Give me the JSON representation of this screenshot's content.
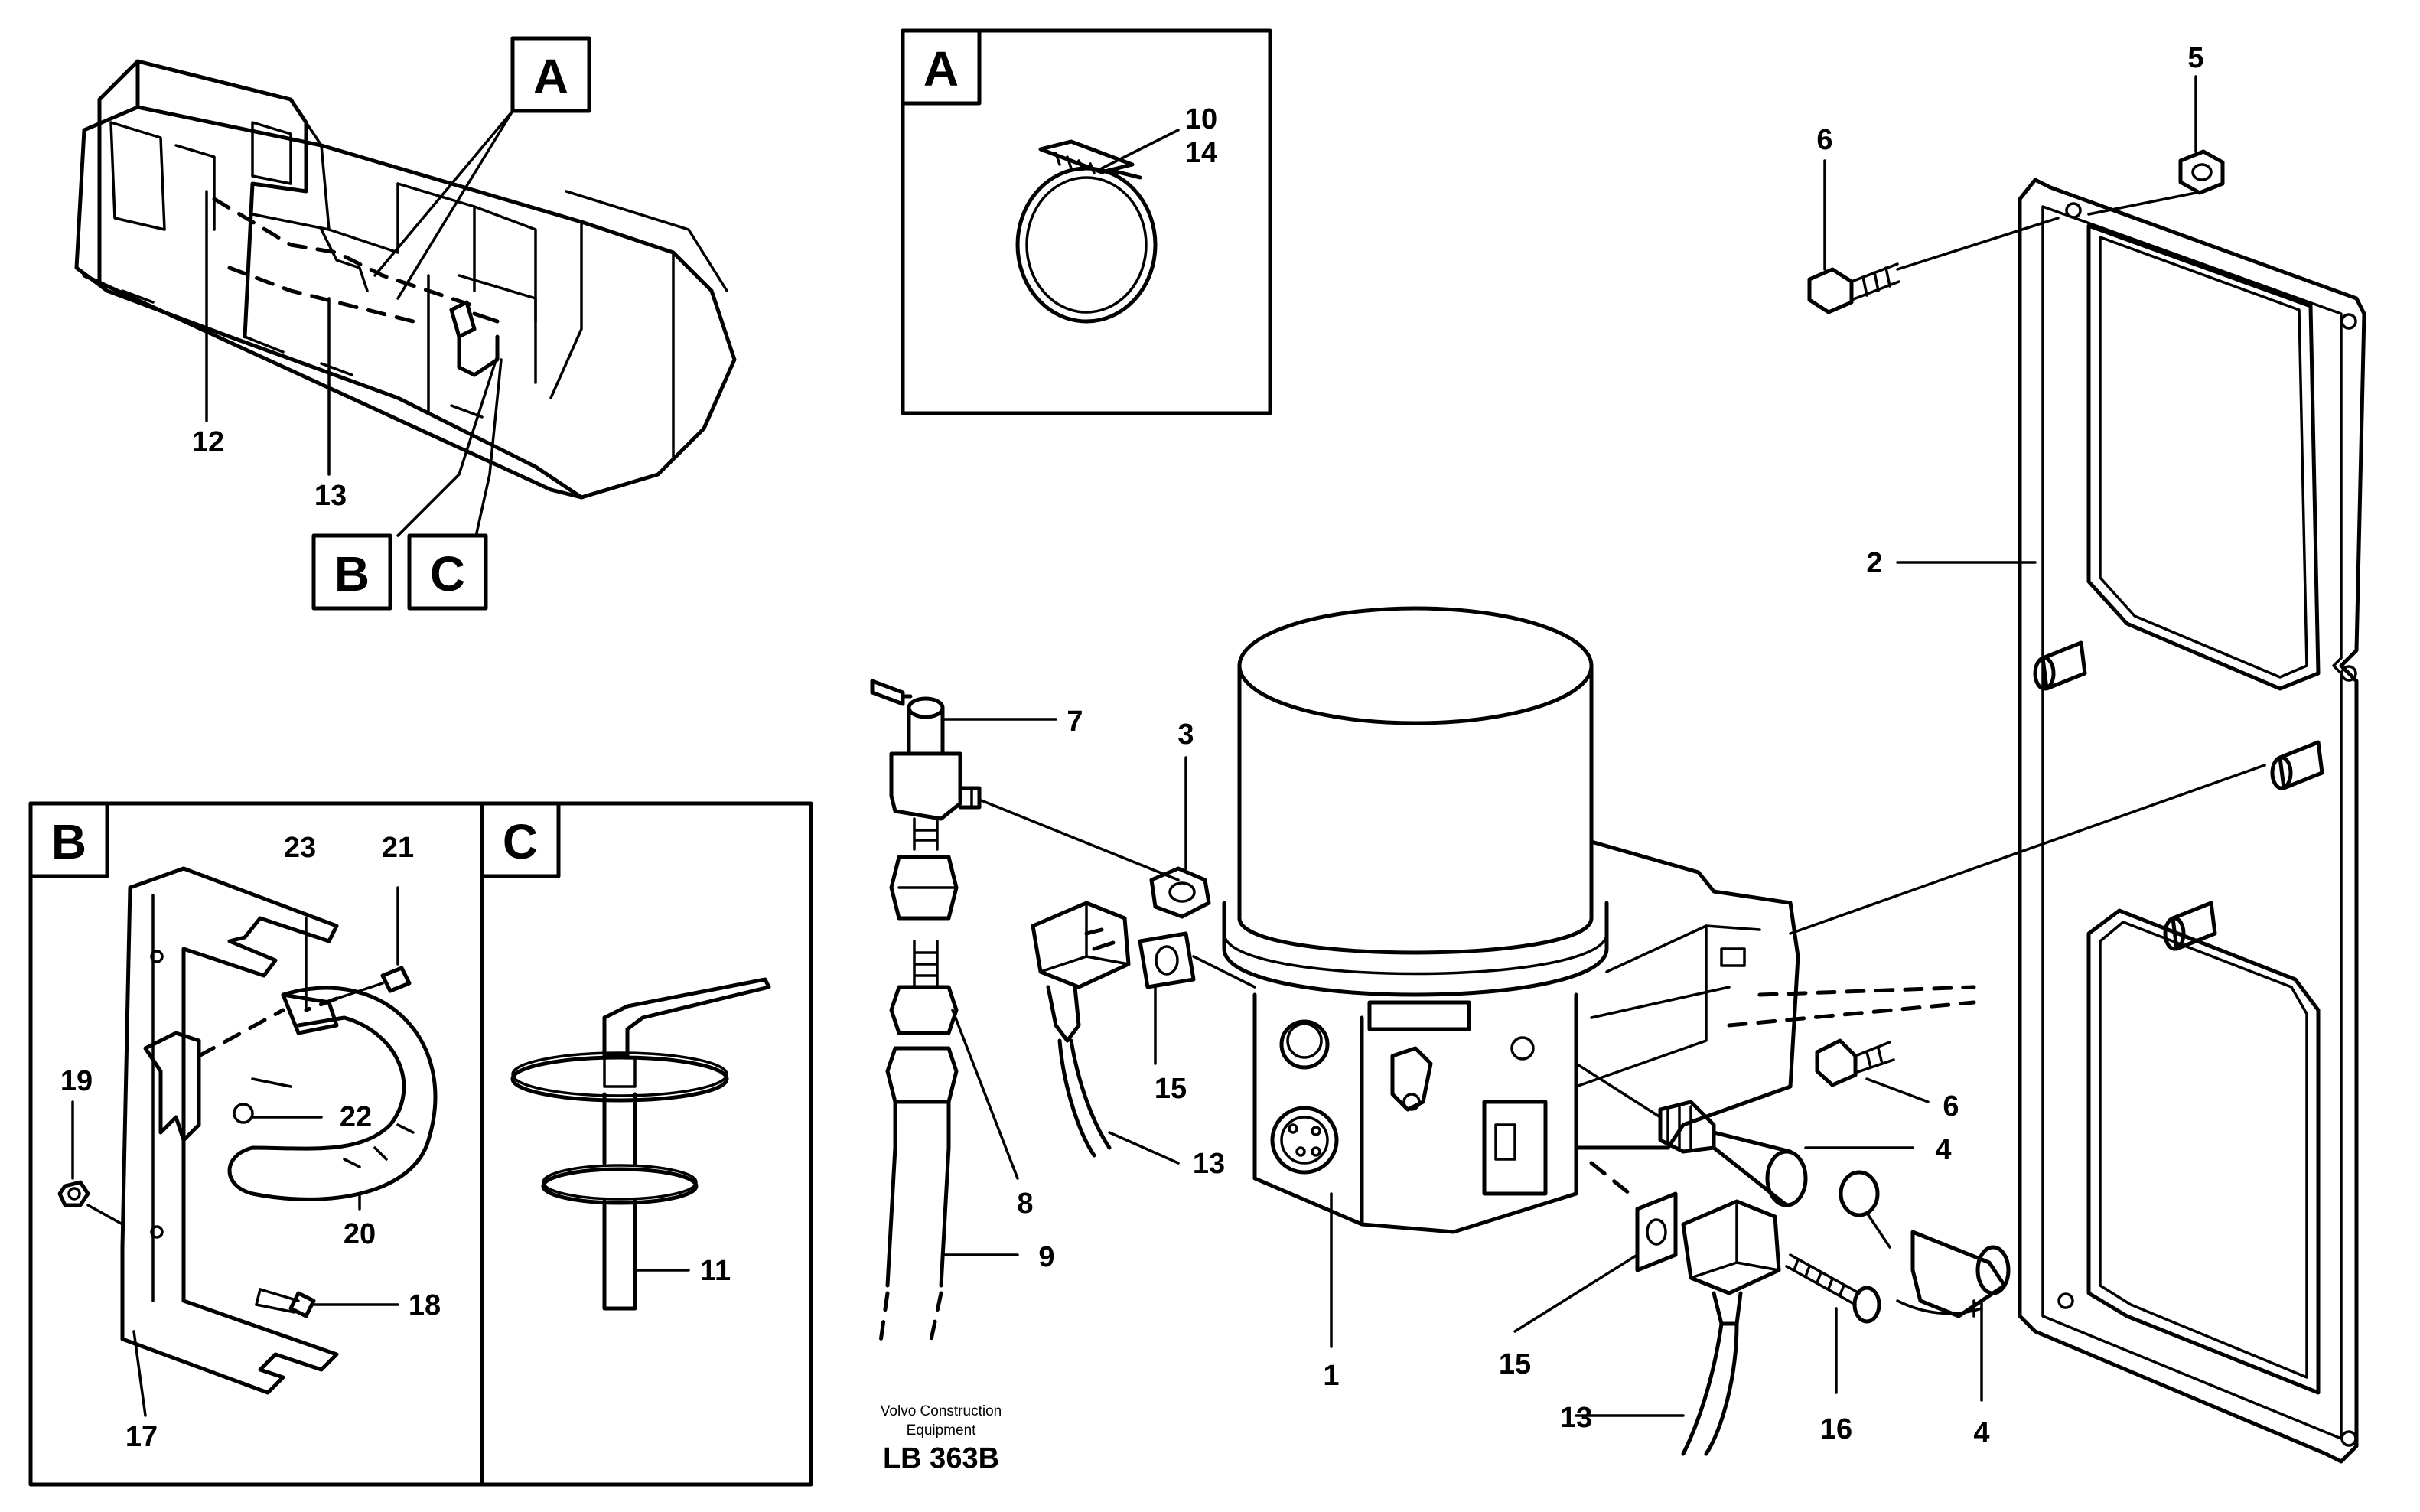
{
  "views": {
    "detail_a": "A",
    "detail_b": "B",
    "detail_c": "C"
  },
  "callouts": {
    "p1": "1",
    "p2": "2",
    "p3": "3",
    "p4": "4",
    "p5": "5",
    "p6": "6",
    "p7": "7",
    "p8": "8",
    "p9": "9",
    "p10": "10",
    "p11": "11",
    "p12": "12",
    "p13": "13",
    "p14": "14",
    "p15": "15",
    "p16": "16",
    "p17": "17",
    "p18": "18",
    "p19": "19",
    "p20": "20",
    "p21": "21",
    "p22": "22",
    "p23": "23"
  },
  "footer": {
    "credit_line1": "Volvo Construction",
    "credit_line2": "Equipment",
    "drawing_code": "LB 363B"
  }
}
